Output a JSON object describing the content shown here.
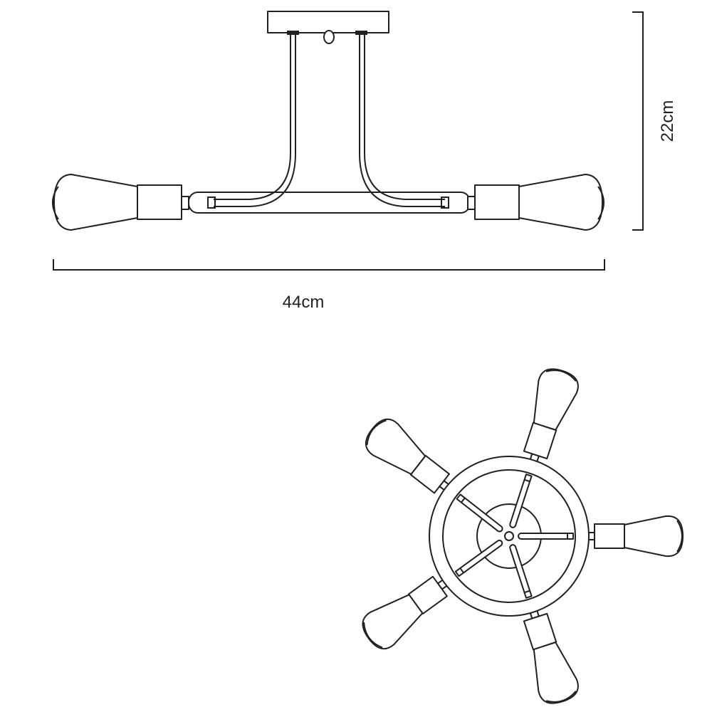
{
  "dimensions": {
    "width_label": "44cm",
    "height_label": "22cm"
  },
  "side_view": {
    "bulb_count_visible": 2
  },
  "top_view": {
    "bulb_count": 5
  },
  "colors": {
    "line": "#231f20",
    "background": "#ffffff"
  }
}
